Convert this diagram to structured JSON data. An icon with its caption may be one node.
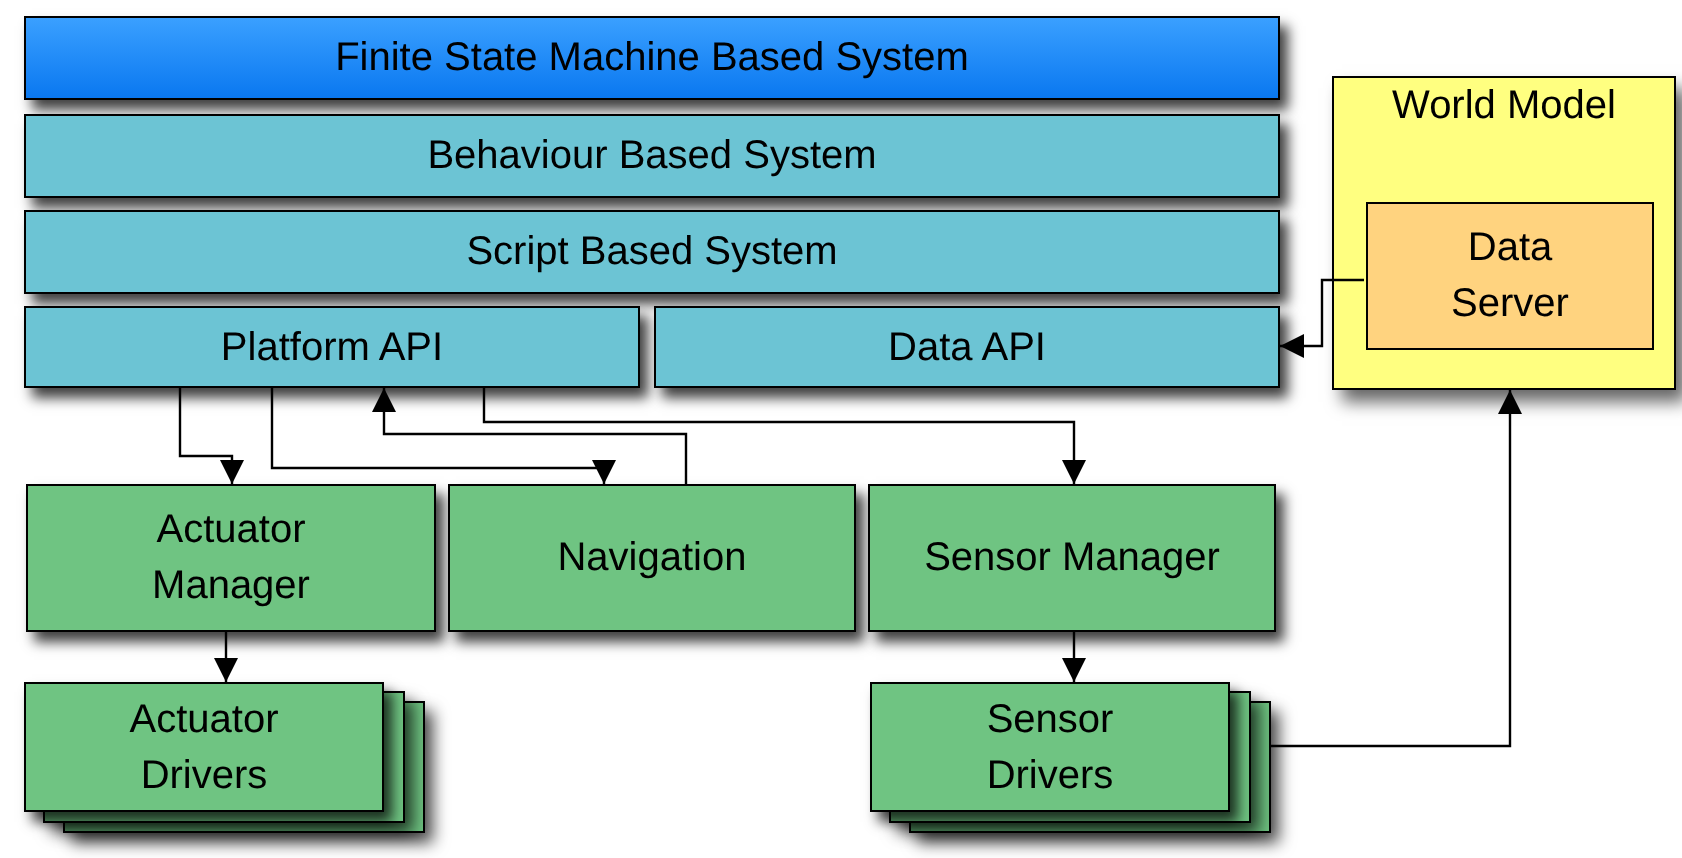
{
  "diagram": {
    "nodes": [
      {
        "text": [
          "Finite State Machine Based System"
        ]
      },
      {
        "text": [
          "Behaviour Based System"
        ]
      },
      {
        "text": [
          "Script Based System"
        ]
      },
      {
        "text": [
          "Platform API"
        ]
      },
      {
        "text": [
          "Data API"
        ]
      },
      {
        "text": [
          "World Model"
        ]
      },
      {
        "text": [
          "Data Server"
        ],
        "in": 5
      },
      {
        "text": [
          "Actuator Manager"
        ]
      },
      {
        "text": [
          "Navigation"
        ]
      },
      {
        "text": [
          "Sensor Manager"
        ]
      },
      {
        "text": [
          "Actuator Drivers"
        ]
      },
      {
        "text": [
          "Sensor Drivers"
        ]
      }
    ],
    "edges": [
      {
        "from": 3,
        "to": 7,
        "arrow": "to"
      },
      {
        "from": 3,
        "to": 8,
        "arrow": "to"
      },
      {
        "from": 8,
        "to": 3,
        "arrow": "to"
      },
      {
        "from": 3,
        "to": 9,
        "arrow": "to"
      },
      {
        "from": 6,
        "to": 4,
        "arrow": "to"
      },
      {
        "from": 7,
        "to": 10,
        "arrow": "to"
      },
      {
        "from": 9,
        "to": 11,
        "arrow": "to"
      },
      {
        "from": 11,
        "to": 5,
        "arrow": "to"
      }
    ]
  }
}
